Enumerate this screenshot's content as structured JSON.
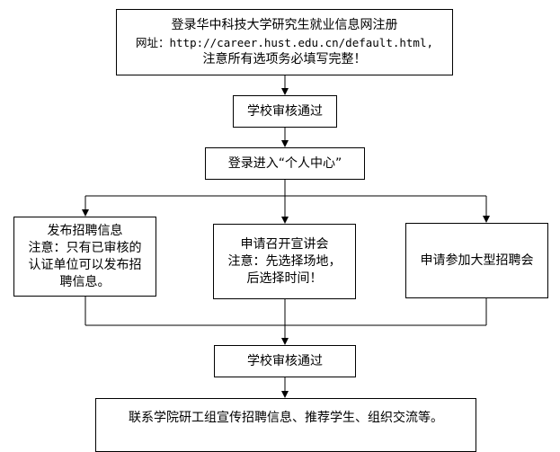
{
  "boxes": {
    "register": {
      "lines": [
        "登录华中科技大学研究生就业信息网注册",
        "网址：http://career.hust.edu.cn/default.html,",
        "注意所有选项务必填写完整！"
      ]
    },
    "review1": {
      "label": "学校审核通过"
    },
    "login": {
      "label": "登录进入“个人中心”"
    },
    "publish": {
      "lines": [
        "发布招聘信息",
        "注意：只有已审核的",
        "认证单位可以发布招",
        "聘信息。"
      ]
    },
    "seminar": {
      "lines": [
        "申请召开宣讲会",
        "注意：先选择场地，",
        "后选择时间！"
      ]
    },
    "fair": {
      "label": "申请参加大型招聘会"
    },
    "review2": {
      "label": "学校审核通过"
    },
    "contact": {
      "label": "联系学院研工组宣传招聘信息、推荐学生、组织交流等。"
    }
  }
}
